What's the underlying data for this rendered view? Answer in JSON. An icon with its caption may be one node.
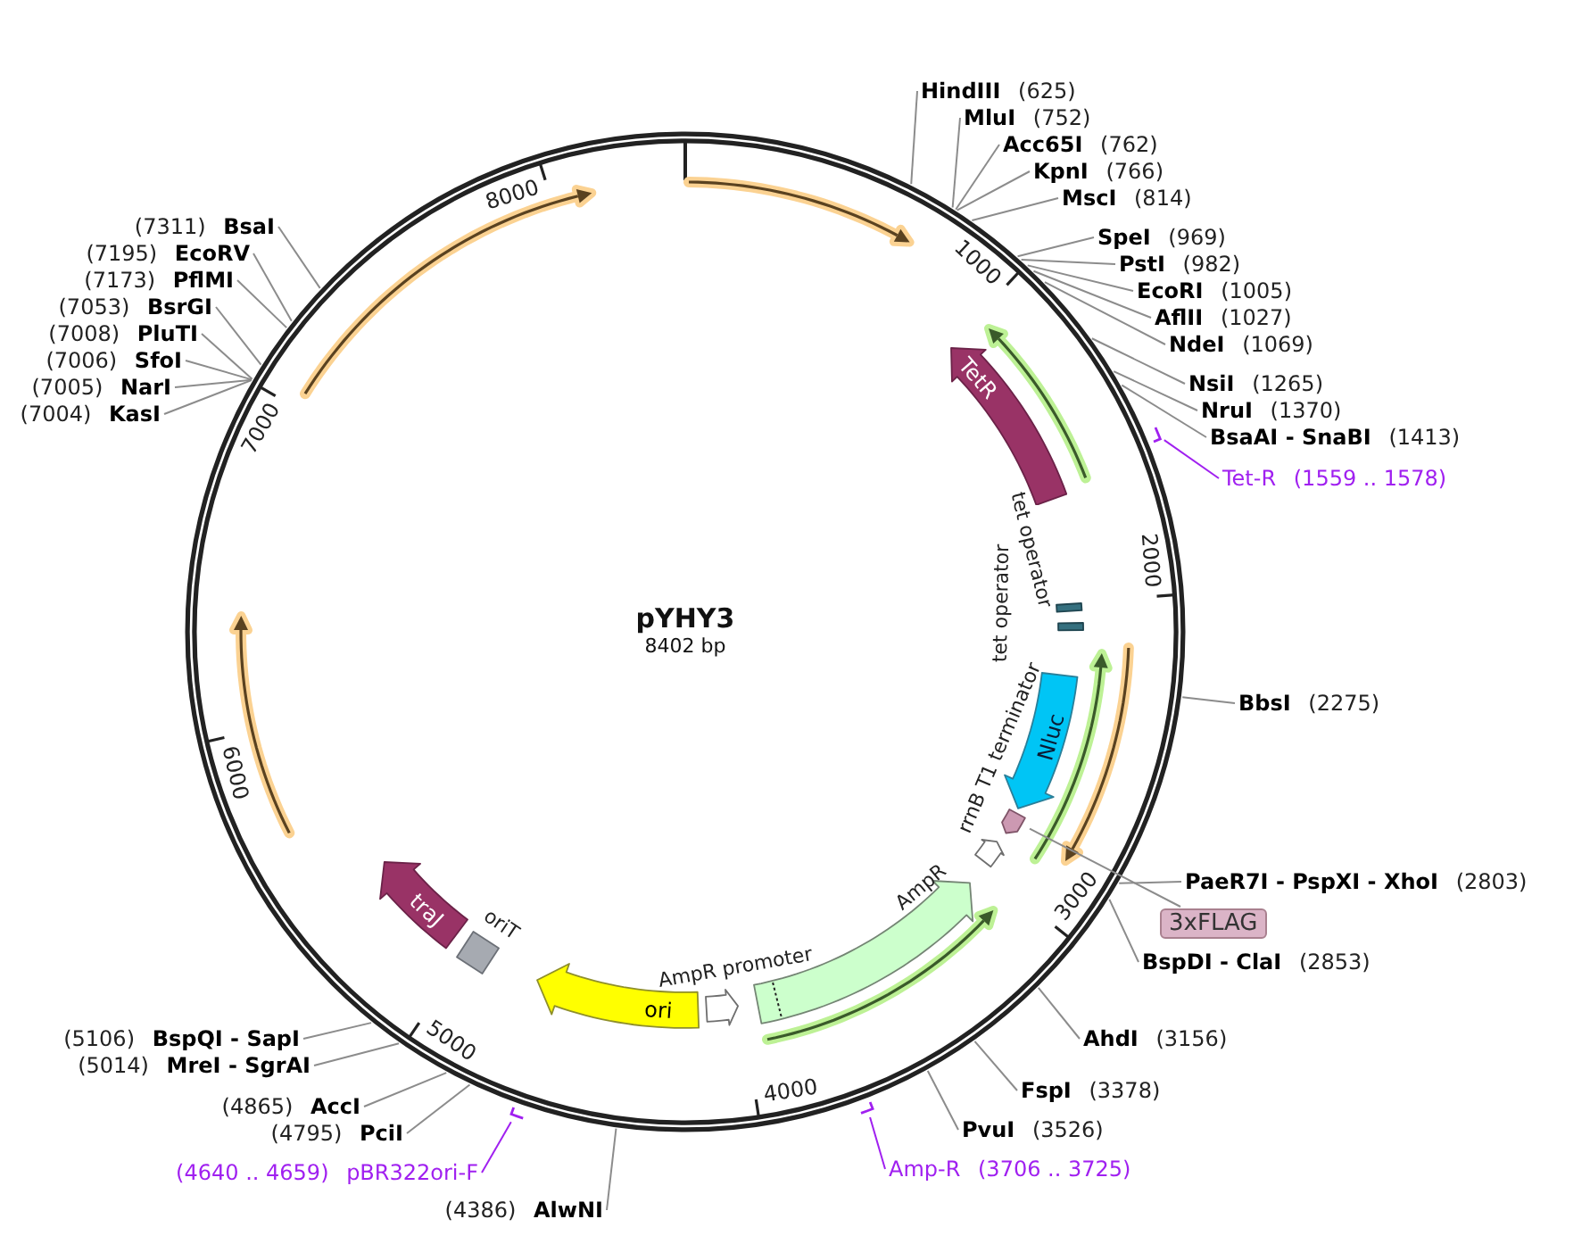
{
  "diagram": {
    "nodes": [
      {
        "text": [
          "pYHY3",
          "8402 bp"
        ]
      },
      {
        "text": [],
        "shape": "arrow",
        "in": 0
      },
      {
        "text": [],
        "shape": "arrow",
        "in": 0
      },
      {
        "text": [
          "TetR"
        ],
        "in": 0
      },
      {
        "text": [],
        "shape": "bar",
        "in": 0
      },
      {
        "text": [],
        "shape": "bar",
        "in": 0
      },
      {
        "text": [],
        "shape": "arrow",
        "in": 0
      },
      {
        "text": [],
        "shape": "arrow",
        "in": 0
      },
      {
        "text": [
          "Nluc"
        ],
        "in": 0
      },
      {
        "text": [],
        "shape": "arrow",
        "in": 0
      },
      {
        "text": [],
        "shape": "arrow",
        "beside": [
          "rrnB T1 terminator"
        ],
        "in": 0
      },
      {
        "text": [],
        "shape": "arrow",
        "in": 0
      },
      {
        "text": [],
        "shape": "arrow",
        "beside": [
          "AmpR"
        ],
        "in": 0
      },
      {
        "text": [],
        "shape": "arrow",
        "beside": [
          "AmpR promoter"
        ],
        "in": 0
      },
      {
        "text": [
          "ori"
        ],
        "in": 0
      },
      {
        "text": [],
        "shape": "box",
        "beside": [
          "oriT"
        ],
        "in": 0
      },
      {
        "text": [
          "traJ"
        ],
        "in": 0
      },
      {
        "text": [],
        "shape": "arrow",
        "in": 0
      },
      {
        "text": [],
        "shape": "arrow",
        "in": 0
      },
      {
        "text": [
          "HindIII",
          "(625)"
        ]
      },
      {
        "text": [
          "MluI",
          "(752)"
        ]
      },
      {
        "text": [
          "Acc65I",
          "(762)"
        ]
      },
      {
        "text": [
          "KpnI",
          "(766)"
        ]
      },
      {
        "text": [
          "MscI",
          "(814)"
        ]
      },
      {
        "text": [
          "SpeI",
          "(969)"
        ]
      },
      {
        "text": [
          "PstI",
          "(982)"
        ]
      },
      {
        "text": [
          "EcoRI",
          "(1005)"
        ]
      },
      {
        "text": [
          "AflII",
          "(1027)"
        ]
      },
      {
        "text": [
          "NdeI",
          "(1069)"
        ]
      },
      {
        "text": [
          "NsiI",
          "(1265)"
        ]
      },
      {
        "text": [
          "NruI",
          "(1370)"
        ]
      },
      {
        "text": [
          "BsaAI - SnaBI",
          "(1413)"
        ]
      },
      {
        "text": [],
        "shape": "arrow"
      },
      {
        "text": [
          "Tet-R",
          "(1559 .. 1578)"
        ]
      },
      {
        "text": [
          "BbsI",
          "(2275)"
        ]
      },
      {
        "text": [
          "PaeR7I - PspXI - XhoI",
          "(2803)"
        ]
      },
      {
        "text": [
          "3xFLAG"
        ]
      },
      {
        "text": [
          "BspDI - ClaI",
          "(2853)"
        ]
      },
      {
        "text": [
          "AhdI",
          "(3156)"
        ]
      },
      {
        "text": [
          "FspI",
          "(3378)"
        ]
      },
      {
        "text": [
          "PvuI",
          "(3526)"
        ]
      },
      {
        "text": [],
        "shape": "arrow"
      },
      {
        "text": [
          "Amp-R",
          "(3706 .. 3725)"
        ]
      },
      {
        "text": [
          "(4386)",
          "AlwNI"
        ]
      },
      {
        "text": [],
        "shape": "arrow"
      },
      {
        "text": [
          "(4640 .. 4659)",
          "pBR322ori-F"
        ]
      },
      {
        "text": [
          "(4795)",
          "PciI"
        ]
      },
      {
        "text": [
          "(4865)",
          "AccI"
        ]
      },
      {
        "text": [
          "(5014)",
          "MreI - SgrAI"
        ]
      },
      {
        "text": [
          "(5106)",
          "BspQI - SapI"
        ]
      },
      {
        "text": [
          "(7004)",
          "KasI"
        ]
      },
      {
        "text": [
          "(7005)",
          "NarI"
        ]
      },
      {
        "text": [
          "(7006)",
          "SfoI"
        ]
      },
      {
        "text": [
          "(7008)",
          "PluTI"
        ]
      },
      {
        "text": [
          "(7053)",
          "BsrGI"
        ]
      },
      {
        "text": [
          "(7173)",
          "PflMI"
        ]
      },
      {
        "text": [
          "(7195)",
          "EcoRV"
        ]
      },
      {
        "text": [
          "(7311)",
          "BsaI"
        ]
      }
    ],
    "edges": [
      {
        "from": 19,
        "to": 0,
        "arrow": "none"
      },
      {
        "from": 20,
        "to": 0,
        "arrow": "none"
      },
      {
        "from": 21,
        "to": 0,
        "arrow": "none"
      },
      {
        "from": 22,
        "to": 0,
        "arrow": "none"
      },
      {
        "from": 23,
        "to": 0,
        "arrow": "none"
      },
      {
        "from": 24,
        "to": 0,
        "arrow": "none"
      },
      {
        "from": 25,
        "to": 0,
        "arrow": "none"
      },
      {
        "from": 26,
        "to": 0,
        "arrow": "none"
      },
      {
        "from": 27,
        "to": 0,
        "arrow": "none"
      },
      {
        "from": 28,
        "to": 0,
        "arrow": "none"
      },
      {
        "from": 29,
        "to": 0,
        "arrow": "none"
      },
      {
        "from": 30,
        "to": 0,
        "arrow": "none"
      },
      {
        "from": 31,
        "to": 0,
        "arrow": "none"
      },
      {
        "from": 33,
        "to": 32,
        "arrow": "none",
        "color": "#a020f0"
      },
      {
        "from": 34,
        "to": 0,
        "arrow": "none"
      },
      {
        "from": 35,
        "to": 0,
        "arrow": "none"
      },
      {
        "from": 36,
        "to": 9,
        "arrow": "none"
      },
      {
        "from": 37,
        "to": 0,
        "arrow": "none"
      },
      {
        "from": 38,
        "to": 0,
        "arrow": "none"
      },
      {
        "from": 39,
        "to": 0,
        "arrow": "none"
      },
      {
        "from": 40,
        "to": 0,
        "arrow": "none"
      },
      {
        "from": 42,
        "to": 41,
        "arrow": "none",
        "color": "#a020f0"
      },
      {
        "from": 43,
        "to": 0,
        "arrow": "none"
      },
      {
        "from": 45,
        "to": 44,
        "arrow": "none",
        "color": "#a020f0"
      },
      {
        "from": 46,
        "to": 0,
        "arrow": "none"
      },
      {
        "from": 47,
        "to": 0,
        "arrow": "none"
      },
      {
        "from": 48,
        "to": 0,
        "arrow": "none"
      },
      {
        "from": 49,
        "to": 0,
        "arrow": "none"
      },
      {
        "from": 50,
        "to": 0,
        "arrow": "none"
      },
      {
        "from": 51,
        "to": 0,
        "arrow": "none"
      },
      {
        "from": 52,
        "to": 0,
        "arrow": "none"
      },
      {
        "from": 53,
        "to": 0,
        "arrow": "none"
      },
      {
        "from": 54,
        "to": 0,
        "arrow": "none"
      },
      {
        "from": 55,
        "to": 0,
        "arrow": "none"
      },
      {
        "from": 56,
        "to": 0,
        "arrow": "none"
      },
      {
        "from": 57,
        "to": 0,
        "arrow": "none"
      }
    ],
    "labels": [
      "1000",
      "2000",
      "tet operator",
      "tet operator",
      "3000",
      "4000",
      "5000",
      "6000",
      "7000",
      "8000"
    ]
  }
}
